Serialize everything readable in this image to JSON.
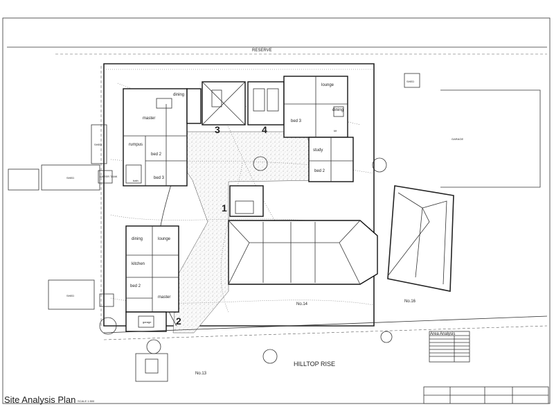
{
  "title": "Site Analysis Plan",
  "scale": "SCALE 1:500",
  "street_name": "HILLTOP RISE",
  "reserve_label": "RESERVE",
  "unit_numbers": [
    "1",
    "2",
    "3",
    "4"
  ],
  "lot_labels": {
    "no14": "No.14",
    "no13": "No.13",
    "no16": "No.16"
  },
  "rooms": {
    "u3_master": "master",
    "u3_dining": "dining",
    "u3_rumpus": "rumpus",
    "u3_bed2": "bed 2",
    "u3_bed3": "bed 3",
    "u3_bath": "bath",
    "u4_lounge": "lounge",
    "u4_dining": "dining",
    "u4_bed3": "bed 3",
    "u4_study": "study",
    "u4_bed2": "bed 2",
    "u4_kit": "kit",
    "u2_dining": "dining",
    "u2_lounge": "lounge",
    "u2_kitchen": "kitchen",
    "u2_bed2": "bed 2",
    "u2_master": "master",
    "u2_garage": "garage"
  },
  "site_labels": {
    "water_tank": "WATER TANK",
    "shed": "SHED",
    "garage": "GARAGE"
  },
  "area_analysis": {
    "heading": "Area Analysis"
  },
  "colors": {
    "line": "#222222",
    "paper": "#ffffff"
  }
}
